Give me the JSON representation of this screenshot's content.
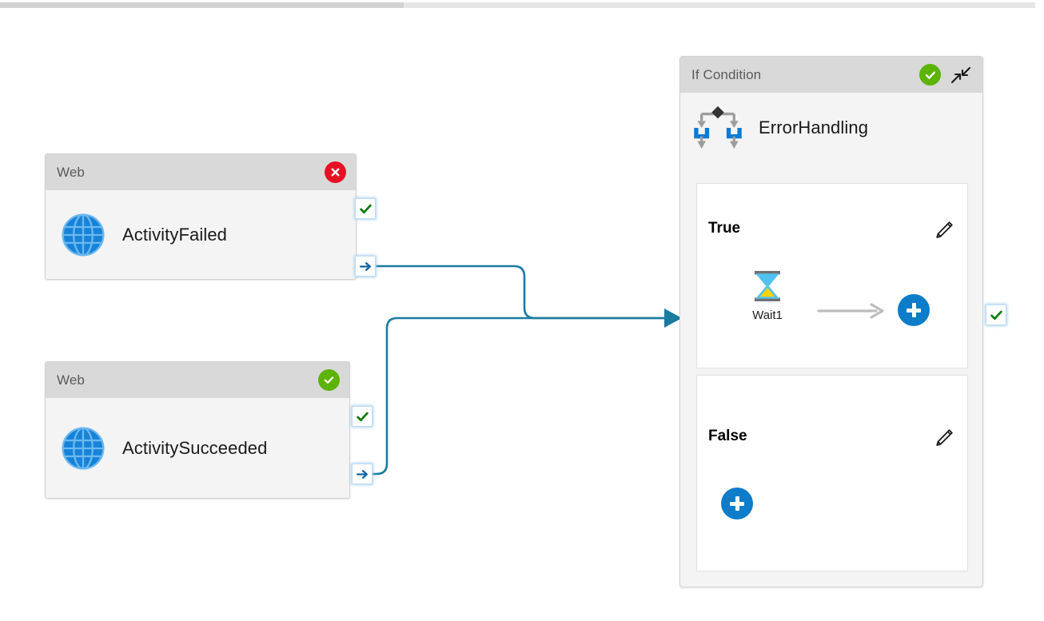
{
  "scrollbar": {
    "name": "horizontal-scrollbar"
  },
  "canvas": {
    "activities": [
      {
        "id": "web-failed",
        "header_title": "Web",
        "label": "ActivityFailed",
        "status": "failed",
        "status_icon": "error-circle-icon",
        "type_icon": "globe-icon",
        "ports": [
          {
            "kind": "success",
            "icon": "green-check-icon"
          },
          {
            "kind": "completion",
            "icon": "blue-arrow-icon"
          }
        ]
      },
      {
        "id": "web-succeeded",
        "header_title": "Web",
        "label": "ActivitySucceeded",
        "status": "succeeded",
        "status_icon": "success-circle-icon",
        "type_icon": "globe-icon",
        "ports": [
          {
            "kind": "success",
            "icon": "green-check-icon"
          },
          {
            "kind": "completion",
            "icon": "blue-arrow-icon"
          }
        ]
      }
    ],
    "if_condition": {
      "header_title": "If Condition",
      "status": "succeeded",
      "status_icon": "success-circle-icon",
      "collapse_icon": "collapse-diagonal-icon",
      "activity_label": "ErrorHandling",
      "activity_icon": "if-condition-icon",
      "branches": [
        {
          "id": "true",
          "title": "True",
          "edit_icon": "pencil-icon",
          "add_icon": "plus-icon",
          "nodes": [
            {
              "label": "Wait1",
              "icon": "hourglass-icon"
            }
          ]
        },
        {
          "id": "false",
          "title": "False",
          "edit_icon": "pencil-icon",
          "add_icon": "plus-icon",
          "nodes": []
        }
      ],
      "output_port": {
        "kind": "success",
        "icon": "green-check-icon"
      }
    }
  },
  "colors": {
    "error_red": "#e81123",
    "success_green": "#5cb300",
    "check_green": "#107c10",
    "accent_blue": "#0d7cc9",
    "edge_blue": "#1b7ba0",
    "header_gray": "#d9d9d9",
    "card_body_gray": "#f4f4f4",
    "hourglass_yellow": "#ffd400",
    "hourglass_lightblue": "#50c2f0"
  }
}
